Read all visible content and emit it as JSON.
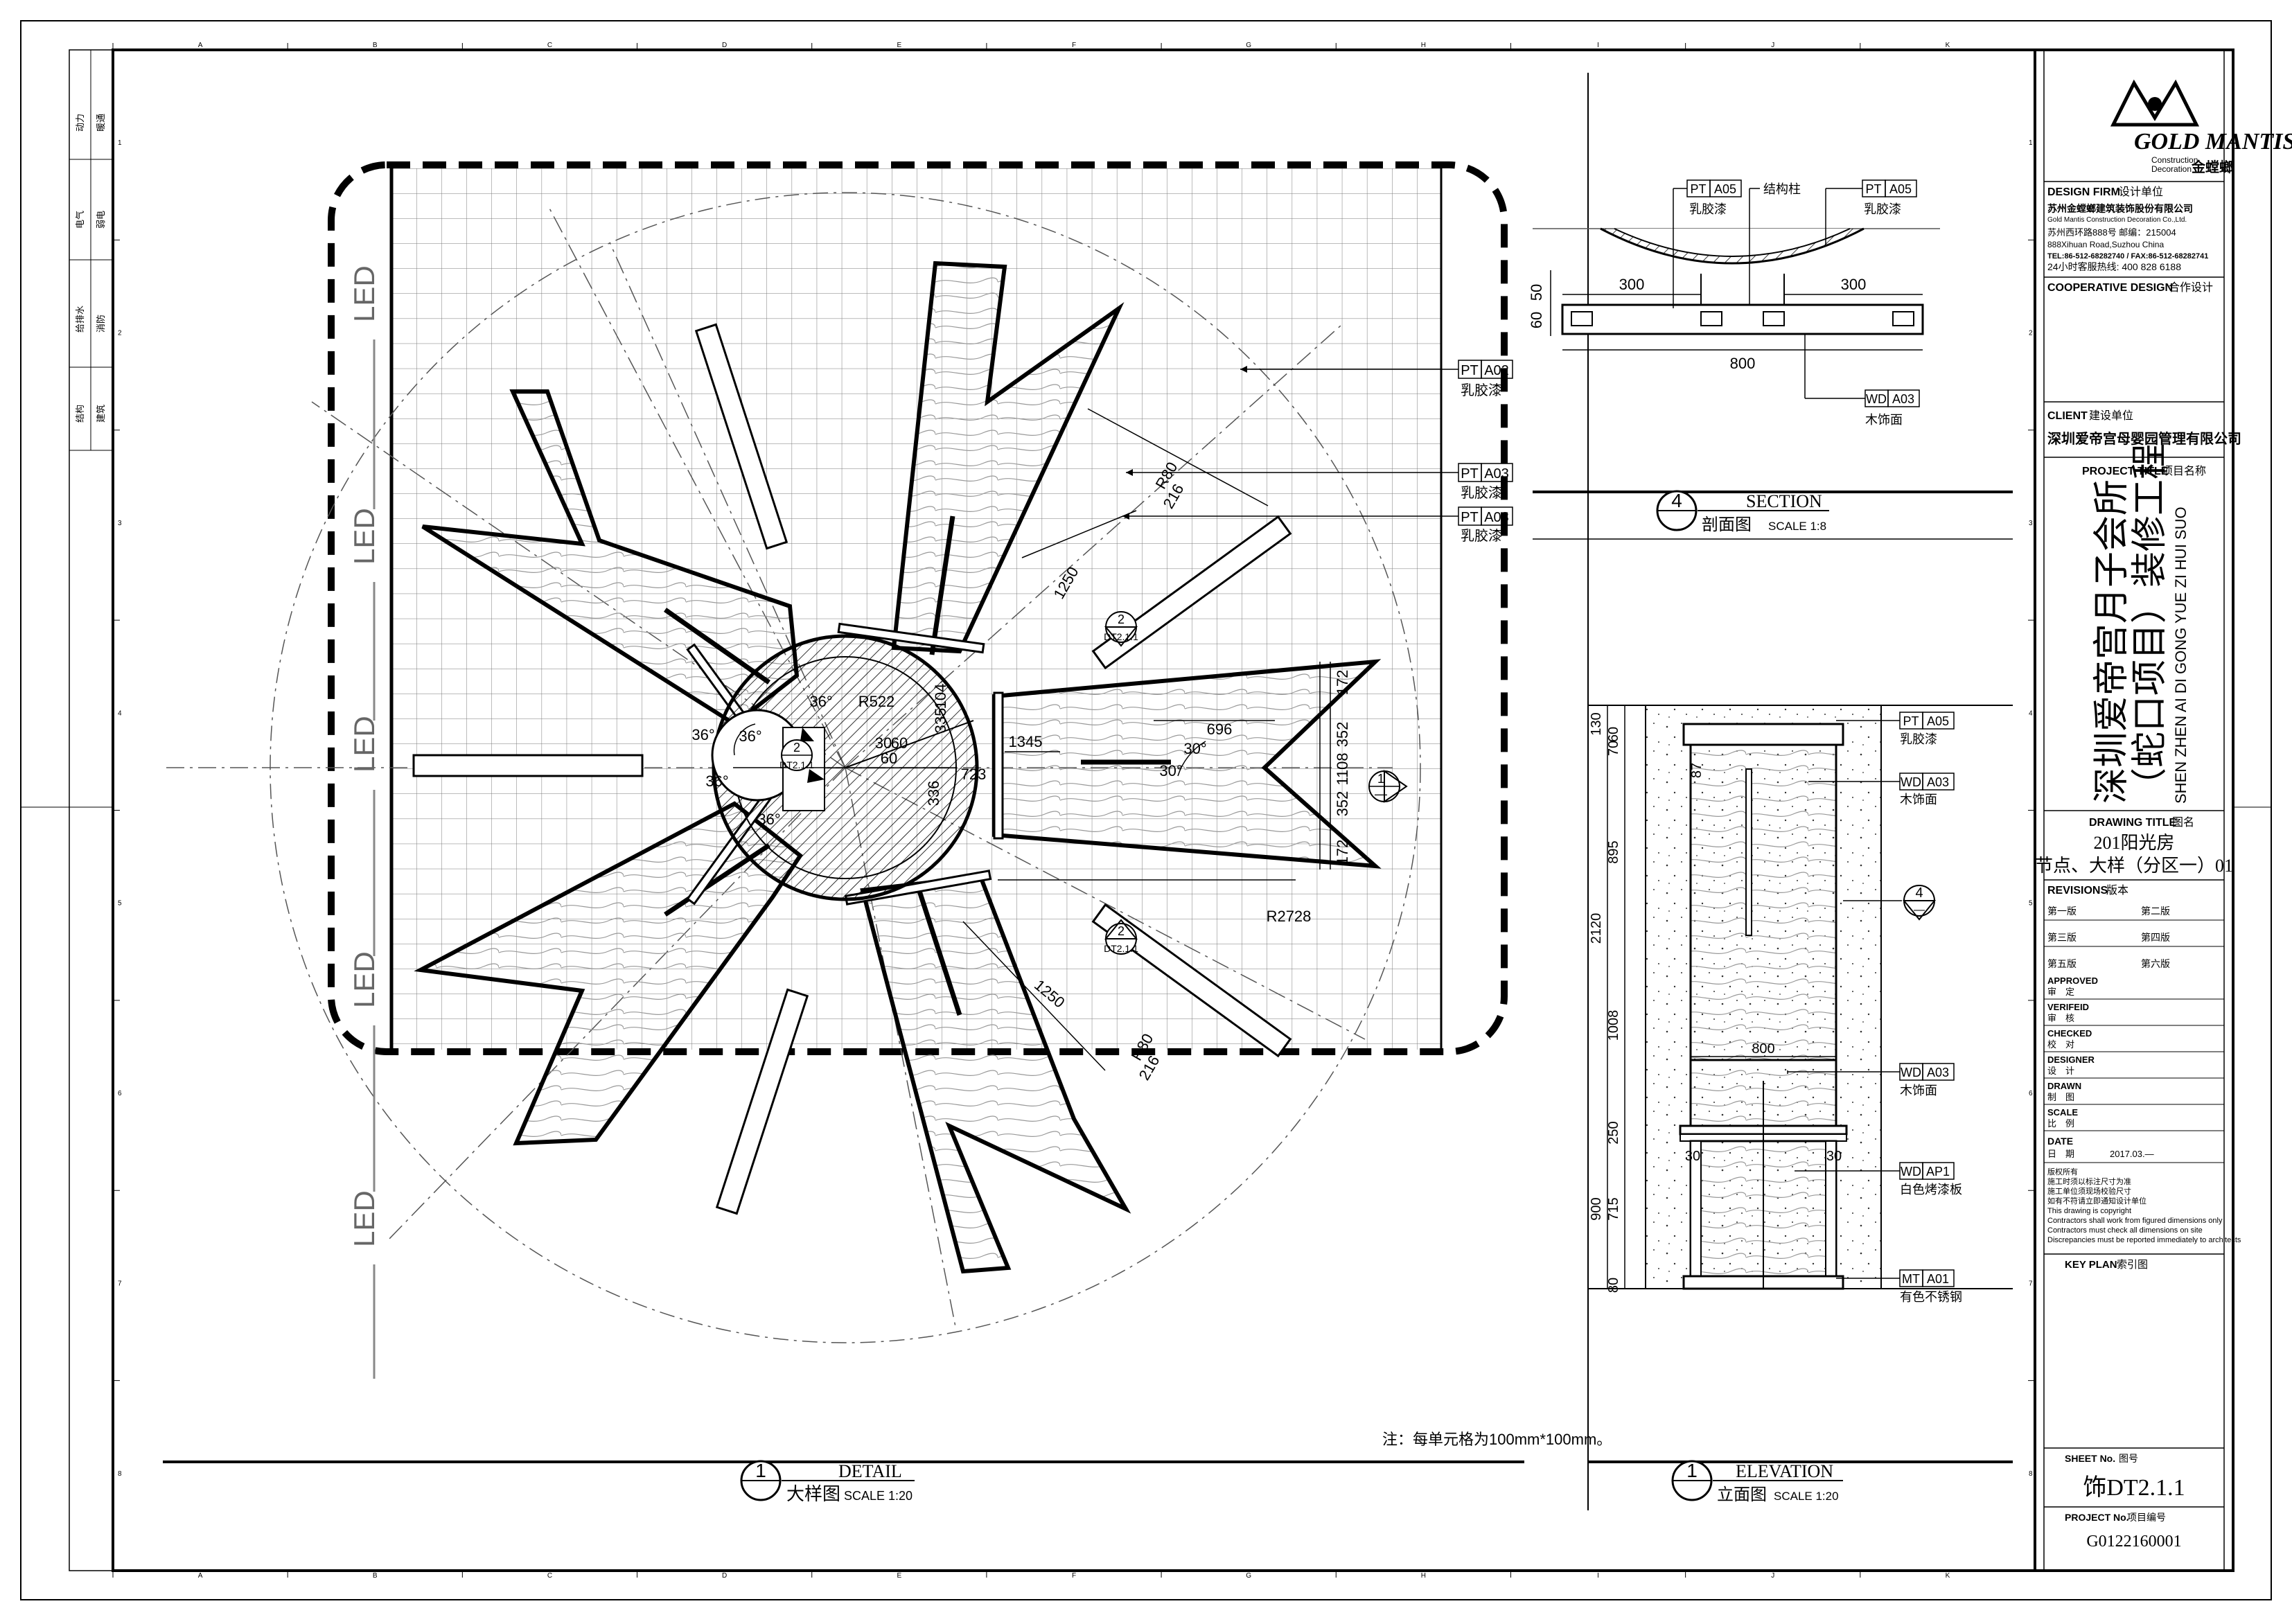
{
  "left_strip": [
    "动力",
    "暖通",
    "电气",
    "弱电",
    "给排水",
    "消防",
    "结构",
    "建筑"
  ],
  "detail": {
    "led_labels": [
      "LED",
      "LED",
      "LED",
      "LED"
    ],
    "dims": [
      "R522",
      "R2728",
      "1250",
      "1250",
      "1345",
      "696",
      "723",
      "30",
      "60",
      "60",
      "335",
      "336",
      "104",
      "172",
      "352",
      "1108",
      "352",
      "172",
      "36°",
      "36°",
      "36°",
      "36°",
      "36°",
      "30°",
      "30°",
      "216",
      "216",
      "R80",
      "R80"
    ],
    "tags": [
      {
        "code": "PT",
        "ref": "A02",
        "note": "乳胶漆"
      },
      {
        "code": "PT",
        "ref": "A03",
        "note": "乳胶漆"
      },
      {
        "code": "PT",
        "ref": "A03",
        "note": "乳胶漆"
      }
    ],
    "callouts": [
      {
        "num": "1",
        "sheet": "—"
      },
      {
        "num": "2",
        "sheet": "DT2.1.1"
      },
      {
        "num": "2",
        "sheet": "DT2.1.1"
      },
      {
        "num": "2",
        "sheet": "DT2.1.1"
      }
    ],
    "note": "注：每单元格为100mm*100mm。",
    "title": {
      "num": "1",
      "en": "DETAIL",
      "cn": "大样图",
      "scale": "SCALE 1:20"
    }
  },
  "section": {
    "tags": [
      {
        "code": "PT",
        "ref": "A05",
        "note": "乳胶漆"
      },
      {
        "code": "PT",
        "ref": "A05",
        "note": "乳胶漆"
      },
      {
        "code": "WD",
        "ref": "A03",
        "note": "木饰面"
      }
    ],
    "column_label": "结构柱",
    "dims": [
      "50",
      "60",
      "300",
      "300",
      "800"
    ],
    "title": {
      "num": "4",
      "en": "SECTION",
      "cn": "剖面图",
      "scale": "SCALE 1:8"
    }
  },
  "elevation": {
    "tags": [
      {
        "code": "PT",
        "ref": "A05",
        "note": "乳胶漆"
      },
      {
        "code": "WD",
        "ref": "A03",
        "note": "木饰面"
      },
      {
        "code": "WD",
        "ref": "A03",
        "note": "木饰面"
      },
      {
        "code": "WD",
        "ref": "AP1",
        "note": "白色烤漆板"
      },
      {
        "code": "MT",
        "ref": "A01",
        "note": "有色不锈钢"
      }
    ],
    "dims_left": [
      "130",
      "60",
      "70",
      "895",
      "2120",
      "1008",
      "250",
      "900",
      "715",
      "80"
    ],
    "dims_inner": [
      "87",
      "800",
      "30",
      "30"
    ],
    "callout": {
      "num": "4",
      "sheet": "—"
    },
    "title": {
      "num": "1",
      "en": "ELEVATION",
      "cn": "立面图",
      "scale": "SCALE 1:20"
    }
  },
  "titleblock": {
    "logo_text": "GOLD MANTIS",
    "logo_sub": [
      "Construction",
      "Decoration"
    ],
    "logo_cn": "金螳螂",
    "design_firm_label": "DESIGN FIRM",
    "design_firm_cn": "设计单位",
    "firm_name": "苏州金螳螂建筑装饰股份有限公司",
    "firm_en": "Gold Mantis Construction Decoration Co.,Ltd.",
    "address_cn": "苏州西环路888号    邮编：215004",
    "address_en": "888Xihuan Road,Suzhou China",
    "tel": "TEL:86-512-68282740 / FAX:86-512-68282741",
    "hotline": "24小时客服热线: 400  828  6188",
    "coop_label": "COOPERATIVE DESIGN",
    "coop_cn": "合作设计",
    "client_label": "CLIENT",
    "client_cn": "建设单位",
    "client_name": "深圳爱帝宫母婴园管理有限公司",
    "project_title_label": "PROJECT TITLE",
    "project_title_cn": "项目名称",
    "project_name_line1": "深圳爱帝宫月子会所",
    "project_name_line2": "（蛇口项目）装修工程",
    "project_pinyin": "SHEN ZHEN AI DI GONG YUE ZI HUI SUO",
    "drawing_title_label": "DRAWING TITLE",
    "drawing_title_cn": "图名",
    "drawing_title_1": "201阳光房",
    "drawing_title_2": "节点、大样（分区一）01",
    "revisions_label": "REVISIONS",
    "revisions_cn": "版本",
    "revisions": [
      "第一版",
      "第二版",
      "第三版",
      "第四版",
      "第五版",
      "第六版"
    ],
    "approvals": [
      {
        "en": "APPROVED",
        "cn": "审　定"
      },
      {
        "en": "VERIFEID",
        "cn": "审　核"
      },
      {
        "en": "CHECKED",
        "cn": "校　对"
      },
      {
        "en": "DESIGNER",
        "cn": "设　计"
      },
      {
        "en": "DRAWN",
        "cn": "制　图"
      },
      {
        "en": "SCALE",
        "cn": "比　例"
      }
    ],
    "date_label": "DATE",
    "date_cn": "日　期",
    "date_value": "2017.03.—",
    "copyright": [
      "版权所有",
      "施工时须以标注尺寸为准",
      "施工单位须现场校验尺寸",
      "如有不符请立即通知设计单位",
      "This drawing is copyright",
      "Contractors shall work from figured dimensions only",
      "Contractors must check all dimensions on site",
      "Discrepancies must be reported immediately to architects"
    ],
    "key_plan_label": "KEY PLAN",
    "key_plan_cn": "索引图",
    "sheet_no_label": "SHEET No.",
    "sheet_no_cn": "图号",
    "sheet_no": "饰DT2.1.1",
    "project_no_label": "PROJECT No.",
    "project_no_cn": "项目编号",
    "project_no": "G0122160001"
  },
  "grid_letters_top": [
    "A",
    "B",
    "C",
    "D",
    "E",
    "F",
    "G",
    "H",
    "I",
    "J",
    "K"
  ],
  "grid_numbers_side": [
    "1",
    "2",
    "3",
    "4",
    "5",
    "6",
    "7",
    "8"
  ]
}
